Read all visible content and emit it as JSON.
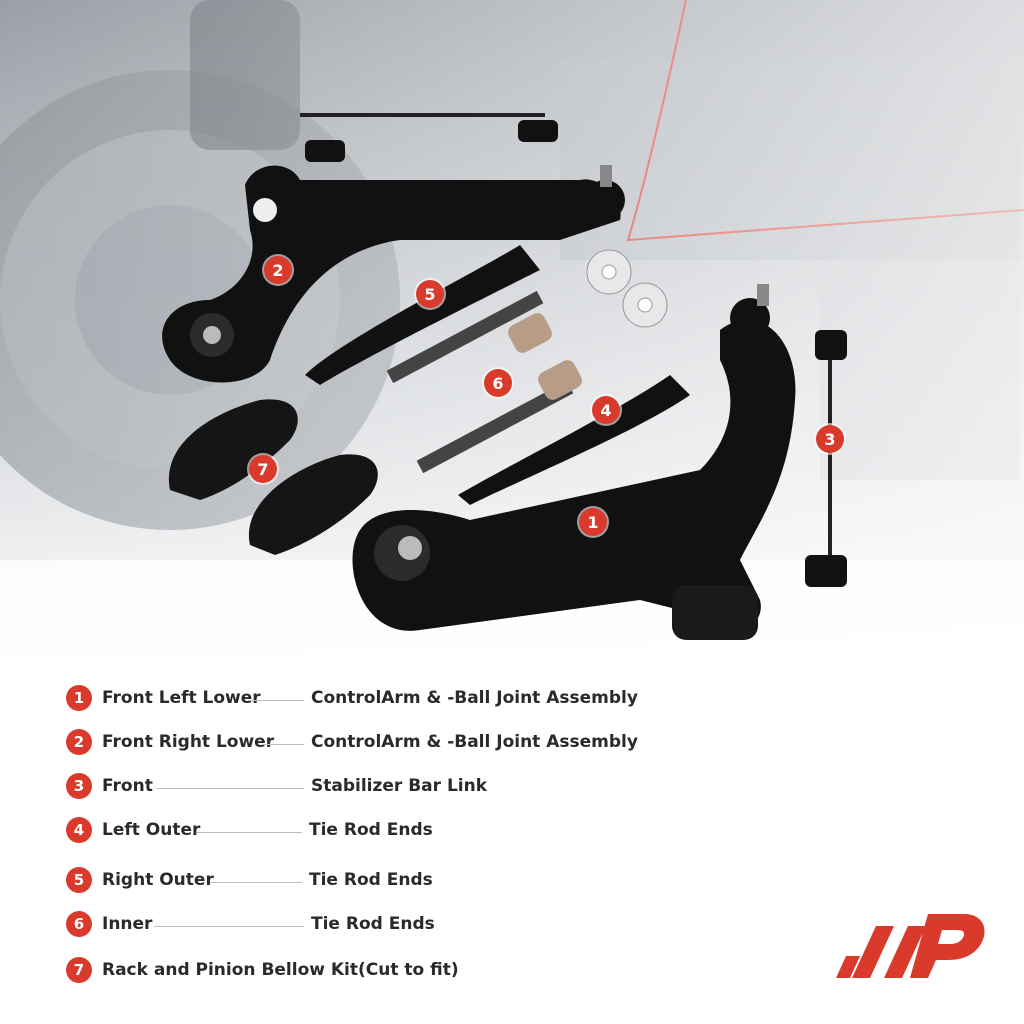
{
  "colors": {
    "accent": "#d93a2b",
    "text": "#2a2a2a",
    "part": "#111111"
  },
  "badges": [
    "1",
    "2",
    "3",
    "4",
    "5",
    "6",
    "7"
  ],
  "legend": [
    {
      "num": "1",
      "left": "Front Left Lower",
      "right": "ControlArm & -Ball Joint Assembly"
    },
    {
      "num": "2",
      "left": "Front Right Lower",
      "right": "ControlArm & -Ball Joint Assembly"
    },
    {
      "num": "3",
      "left": "Front",
      "right": "Stabilizer Bar Link"
    },
    {
      "num": "4",
      "left": "Left Outer",
      "right": "Tie Rod Ends"
    },
    {
      "num": "5",
      "left": "Right Outer",
      "right": "Tie Rod Ends"
    },
    {
      "num": "6",
      "left": "Inner",
      "right": "Tie Rod Ends"
    },
    {
      "num": "7",
      "left": "Rack and Pinion Bellow Kit(Cut to fit)",
      "right": ""
    }
  ],
  "logo": {
    "name": "a-premium-logo-icon"
  }
}
